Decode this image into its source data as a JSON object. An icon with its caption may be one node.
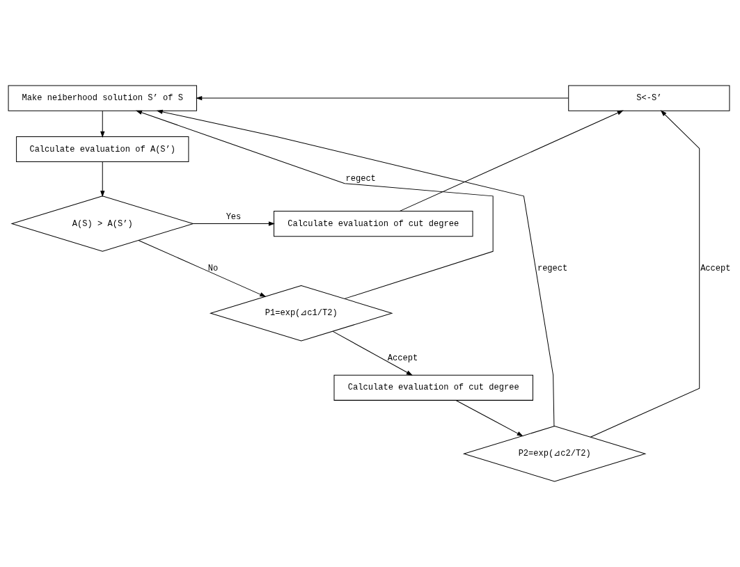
{
  "diagram": {
    "nodes": [
      {
        "text": [
          "Make neiberhood solution S’ of S"
        ]
      },
      {
        "text": [
          "Calculate evaluation of A(S’)"
        ]
      },
      {
        "text": [
          "A(S) > A(S’)"
        ]
      },
      {
        "text": [
          "Calculate evaluation of cut degree"
        ]
      },
      {
        "text": [
          "S<-S’"
        ]
      },
      {
        "text": [
          "P1=exp(⊿c1/T2)"
        ]
      },
      {
        "text": [
          "Calculate evaluation of cut degree"
        ]
      },
      {
        "text": [
          "P2=exp(⊿c2/T2)"
        ]
      }
    ],
    "edges": [
      {
        "from": 0,
        "to": 1,
        "arrow": "to"
      },
      {
        "from": 1,
        "to": 2,
        "arrow": "to"
      },
      {
        "from": 2,
        "to": 3,
        "arrow": "to",
        "label": "Yes"
      },
      {
        "from": 3,
        "to": 4,
        "arrow": "to"
      },
      {
        "from": 4,
        "to": 0,
        "arrow": "to"
      },
      {
        "from": 2,
        "to": 5,
        "arrow": "to",
        "label": "No"
      },
      {
        "from": 5,
        "to": 0,
        "arrow": "to",
        "label": "regect"
      },
      {
        "from": 5,
        "to": 6,
        "arrow": "to",
        "label": "Accept"
      },
      {
        "from": 6,
        "to": 7,
        "arrow": "to"
      },
      {
        "from": 7,
        "to": 0,
        "arrow": "to",
        "label": "regect"
      },
      {
        "from": 7,
        "to": 4,
        "arrow": "to",
        "label": "Accept"
      }
    ]
  }
}
